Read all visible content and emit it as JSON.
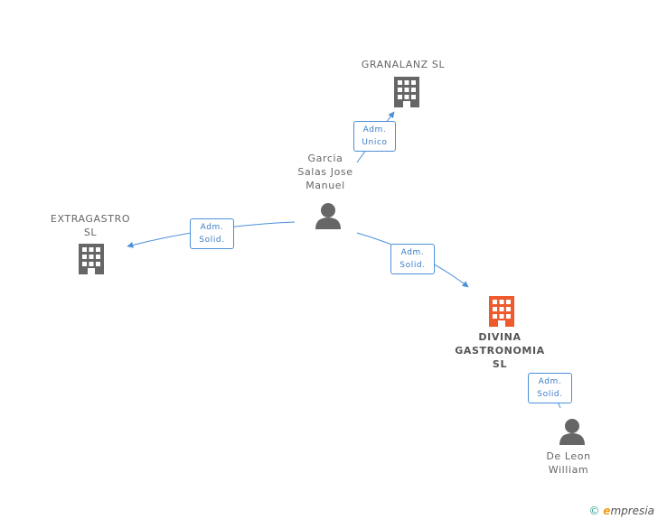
{
  "nodes": {
    "granalanz": {
      "label": "GRANALANZ SL",
      "type": "company",
      "color": "#666666"
    },
    "garcia": {
      "label": "Garcia\nSalas Jose\nManuel",
      "type": "person",
      "color": "#666666"
    },
    "extragastro": {
      "label": "EXTRAGASTRO\nSL",
      "type": "company",
      "color": "#666666"
    },
    "divina": {
      "label": "DIVINA\nGASTRONOMIA\nSL",
      "type": "company",
      "color": "#ee5a2b"
    },
    "deleon": {
      "label": "De Leon\nWilliam",
      "type": "person",
      "color": "#666666"
    }
  },
  "edges": {
    "to_granalanz": {
      "label": "Adm.\nUnico"
    },
    "to_extragastro": {
      "label": "Adm.\nSolid."
    },
    "to_divina": {
      "label": "Adm.\nSolid."
    },
    "deleon_divina": {
      "label": "Adm.\nSolid."
    }
  },
  "footer": {
    "copyright": "©",
    "brand_e": "e",
    "brand_rest": "mpresia"
  },
  "colors": {
    "edge": "#4a90d9",
    "focus": "#ee5a2b",
    "icon": "#666666"
  }
}
